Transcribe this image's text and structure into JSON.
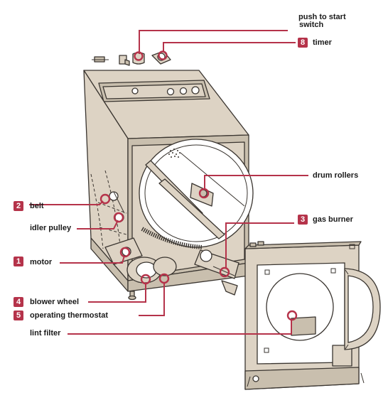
{
  "labels": {
    "push_to_start": "push to start",
    "switch": "switch",
    "timer": "timer",
    "drum_rollers": "drum rollers",
    "belt": "belt",
    "idler_pulley": "idler pulley",
    "gas_burner": "gas burner",
    "motor": "motor",
    "blower_wheel": "blower wheel",
    "operating_thermostat": "operating thermostat",
    "lint_filter": "lint filter"
  },
  "badges": {
    "timer": "8",
    "belt": "2",
    "gas_burner": "3",
    "motor": "1",
    "blower_wheel": "4",
    "operating_thermostat": "5"
  },
  "colors": {
    "accent": "#b5334a",
    "appliance_body": "#ddd3c4",
    "outline": "#3a3530"
  }
}
